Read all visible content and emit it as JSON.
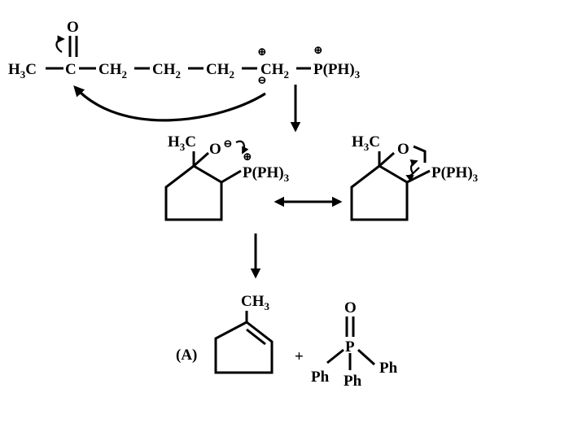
{
  "step1": {
    "carbonyl_o": "O",
    "ch3_prefix": "H",
    "ch3_sub": "3",
    "ch3_suffix": "C",
    "carbonyl_c": "C",
    "ch2_a": "CH",
    "ch2_a_sub": "2",
    "ch2_b": "CH",
    "ch2_b_sub": "2",
    "ch2_c": "CH",
    "ch2_c_sub": "2",
    "ch2_d": "CH",
    "ch2_d_sub": "2",
    "plus_charge_carbon": "⊕",
    "minus_charge_carbon": "⊖",
    "plus_charge_p": "⊕",
    "phosphonium": "P(PH)",
    "phosphonium_sub": "3"
  },
  "betaine": {
    "methyl_prefix": "H",
    "methyl_sub": "3",
    "methyl_suffix": "C",
    "oxygen": "O",
    "o_charge": "⊖",
    "p_charge": "⊕",
    "phosphorus": "P(PH)",
    "phosphorus_sub": "3"
  },
  "oxaphosphetane": {
    "methyl_prefix": "H",
    "methyl_sub": "3",
    "methyl_suffix": "C",
    "oxygen": "O",
    "phosphorus": "P(PH)",
    "phosphorus_sub": "3"
  },
  "products": {
    "methyl": "CH",
    "methyl_sub": "3",
    "product_label": "(A)",
    "plus_sign": "+",
    "oxide_o": "O",
    "oxide_p": "P",
    "ph_left": "Ph",
    "ph_bottom": "Ph",
    "ph_right": "Ph"
  },
  "colors": {
    "ink": "#000000",
    "background": "#ffffff"
  }
}
